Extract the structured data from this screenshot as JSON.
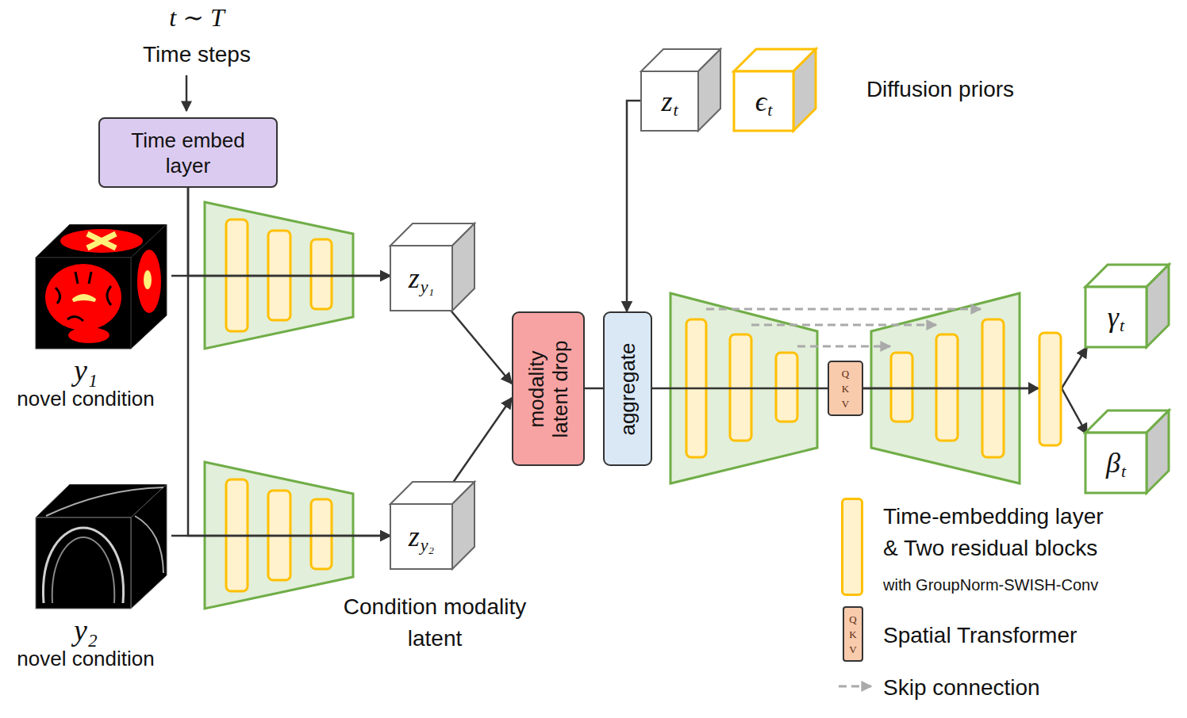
{
  "diagram": {
    "nodes": [
      {
        "text": [
          "Time embed layer"
        ]
      },
      {
        "text": [
          "z",
          "t"
        ]
      },
      {
        "text": [
          "ϵ",
          "t"
        ]
      },
      {
        "text": [
          "y₁",
          "novel condition"
        ]
      },
      {
        "text": [
          "z",
          "y₁"
        ]
      },
      {
        "text": [
          "modality latent drop"
        ]
      },
      {
        "text": [
          "aggregate"
        ]
      },
      {
        "text": [
          "Q K V"
        ]
      },
      {
        "text": [
          "γ",
          "t"
        ]
      },
      {
        "text": [
          "β",
          "t"
        ]
      },
      {
        "text": [
          "y₂",
          "novel condition"
        ]
      },
      {
        "text": [
          "z",
          "y₂"
        ]
      }
    ],
    "edges": [
      {
        "from": 0,
        "to": 4,
        "arrow": "to"
      },
      {
        "from": 0,
        "to": 11,
        "arrow": "to"
      },
      {
        "from": 3,
        "to": 4,
        "arrow": "to"
      },
      {
        "from": 10,
        "to": 11,
        "arrow": "to"
      },
      {
        "from": 4,
        "to": 5,
        "arrow": "to"
      },
      {
        "from": 11,
        "to": 5,
        "arrow": "to"
      },
      {
        "from": 5,
        "to": 6,
        "arrow": "none"
      },
      {
        "from": 1,
        "to": 6,
        "arrow": "to"
      },
      {
        "from": 6,
        "to": 7,
        "arrow": "none"
      },
      {
        "from": 7,
        "to": 8,
        "arrow": "to"
      },
      {
        "from": 7,
        "to": 9,
        "arrow": "to"
      }
    ],
    "labels": [
      "t ∼ T",
      "Time steps",
      "Diffusion priors",
      "Condition modality latent",
      "with GroupNorm-SWISH-Conv",
      "Q K V"
    ],
    "legend": [
      {
        "text": "Time-embedding layer & Two residual blocks",
        "color": "#fff2cc"
      },
      {
        "text": "Spatial Transformer",
        "color": "#f8cbad"
      },
      {
        "text": "Skip connection"
      }
    ]
  }
}
